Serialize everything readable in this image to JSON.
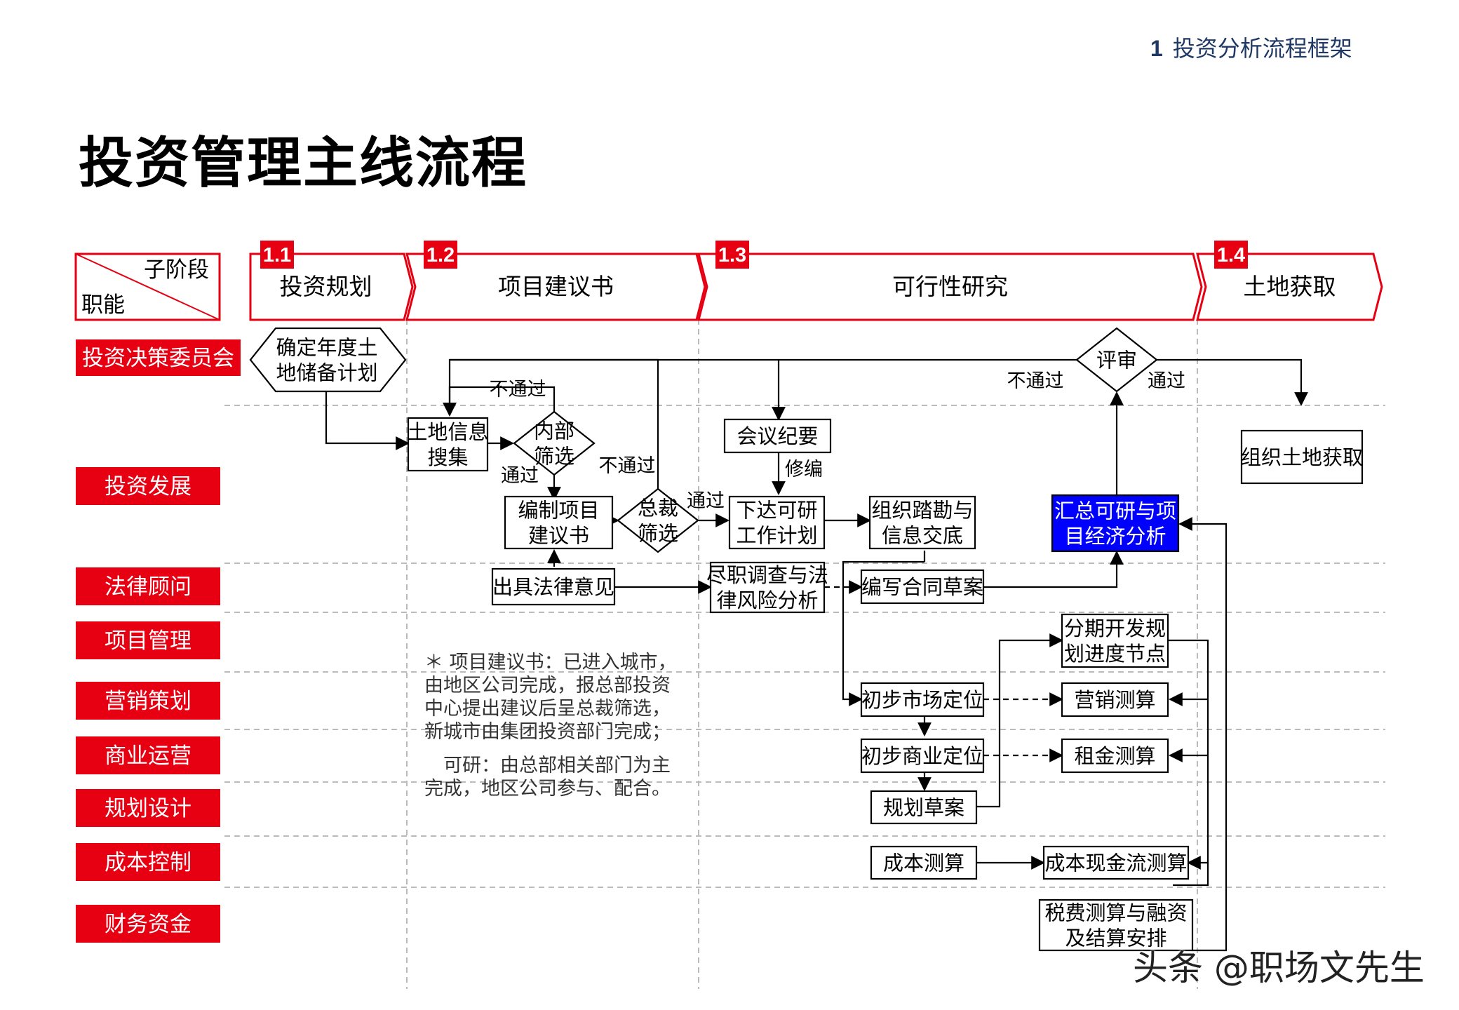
{
  "header": {
    "section_number": "1",
    "section_title": "投资分析流程框架"
  },
  "title": "投资管理主线流程",
  "corner_header": {
    "top_label": "子阶段",
    "bottom_label": "职能"
  },
  "stages": [
    {
      "num": "1.1",
      "label": "投资规划"
    },
    {
      "num": "1.2",
      "label": "项目建议书"
    },
    {
      "num": "1.3",
      "label": "可行性研究"
    },
    {
      "num": "1.4",
      "label": "土地获取"
    }
  ],
  "roles": [
    "投资决策委员会",
    "投资发展",
    "法律顾问",
    "项目管理",
    "营销策划",
    "商业运营",
    "规划设计",
    "成本控制",
    "财务资金"
  ],
  "nodes": {
    "plan": [
      "确定年度土",
      "地储备计划"
    ],
    "land_info": [
      "土地信息",
      "搜集"
    ],
    "internal_screen": [
      "内部",
      "筛选"
    ],
    "proposal": [
      "编制项目",
      "建议书"
    ],
    "ceo_screen": [
      "总裁",
      "筛选"
    ],
    "legal_opinion": [
      "出具法律意见"
    ],
    "minutes": [
      "会议纪要"
    ],
    "work_plan": [
      "下达可研",
      "工作计划"
    ],
    "survey": [
      "组织踏勘与",
      "信息交底"
    ],
    "due_diligence": [
      "尽职调查与法",
      "律风险分析"
    ],
    "contract_draft": [
      "编写合同草案"
    ],
    "summary": [
      "汇总可研与项",
      "目经济分析"
    ],
    "review": [
      "评审"
    ],
    "land_acquire": [
      "组织土地获取"
    ],
    "phasing": [
      "分期开发规",
      "划进度节点"
    ],
    "market_pos": [
      "初步市场定位"
    ],
    "marketing_calc": [
      "营销测算"
    ],
    "commercial_pos": [
      "初步商业定位"
    ],
    "rent_calc": [
      "租金测算"
    ],
    "planning_draft": [
      "规划草案"
    ],
    "cost_calc": [
      "成本测算"
    ],
    "cashflow_calc": [
      "成本现金流测算"
    ],
    "tax_finance": [
      "税费测算与融资",
      "及结算安排"
    ]
  },
  "edge_labels": {
    "fail_1": "不通过",
    "pass_1": "通过",
    "fail_2": "不通过",
    "pass_2": "通过",
    "revise": "修编",
    "fail_review": "不通过",
    "pass_review": "通过"
  },
  "note": [
    "＊ 项目建议书：已进入城市，",
    "由地区公司完成，报总部投资",
    "中心提出建议后呈总裁筛选，",
    "新城市由集团投资部门完成；",
    "　可研：由总部相关部门为主",
    "完成，地区公司参与、配合。"
  ],
  "watermark": "头条 @职场文先生",
  "colors": {
    "accent_red": "#e60012",
    "highlight_blue": "#0000ff",
    "header_blue": "#1f3864"
  }
}
